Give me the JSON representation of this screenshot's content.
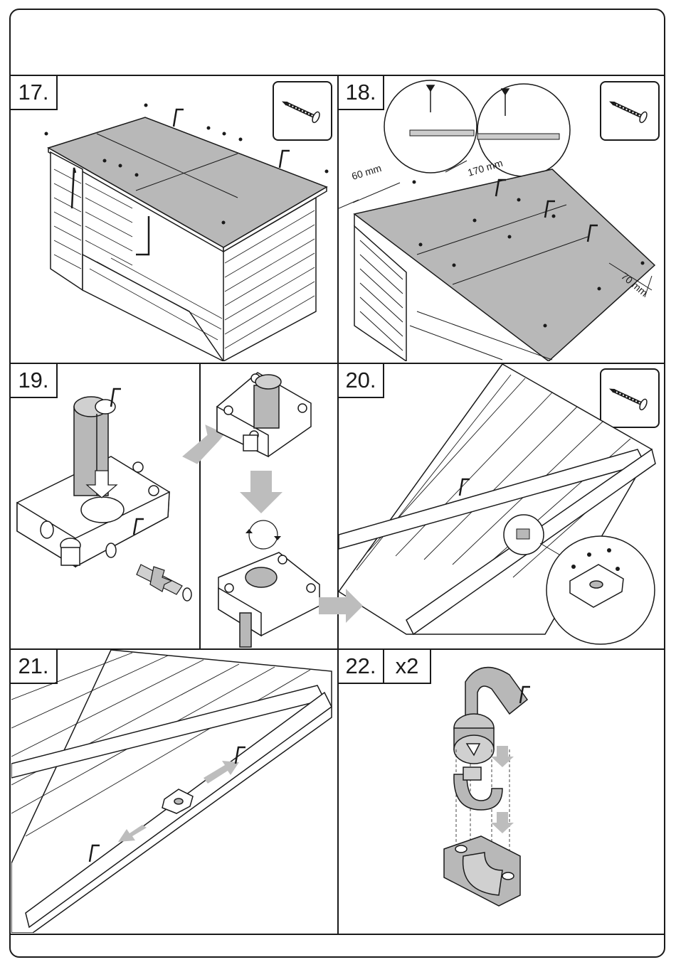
{
  "steps": [
    {
      "number": "17."
    },
    {
      "number": "18.",
      "dimensions": [
        "60 mm",
        "170 mm",
        "70 mm"
      ]
    },
    {
      "number": "19."
    },
    {
      "number": "20."
    },
    {
      "number": "21."
    },
    {
      "number": "22.",
      "quantity": "x2"
    }
  ],
  "icons": {
    "screw": "screw-icon",
    "arrow": "assembly-arrow-icon",
    "rotate": "rotate-icon"
  },
  "colors": {
    "line": "#1a1a1a",
    "panel_fill": "#b8b8b8",
    "arrow_fill": "#bdbdbd"
  }
}
